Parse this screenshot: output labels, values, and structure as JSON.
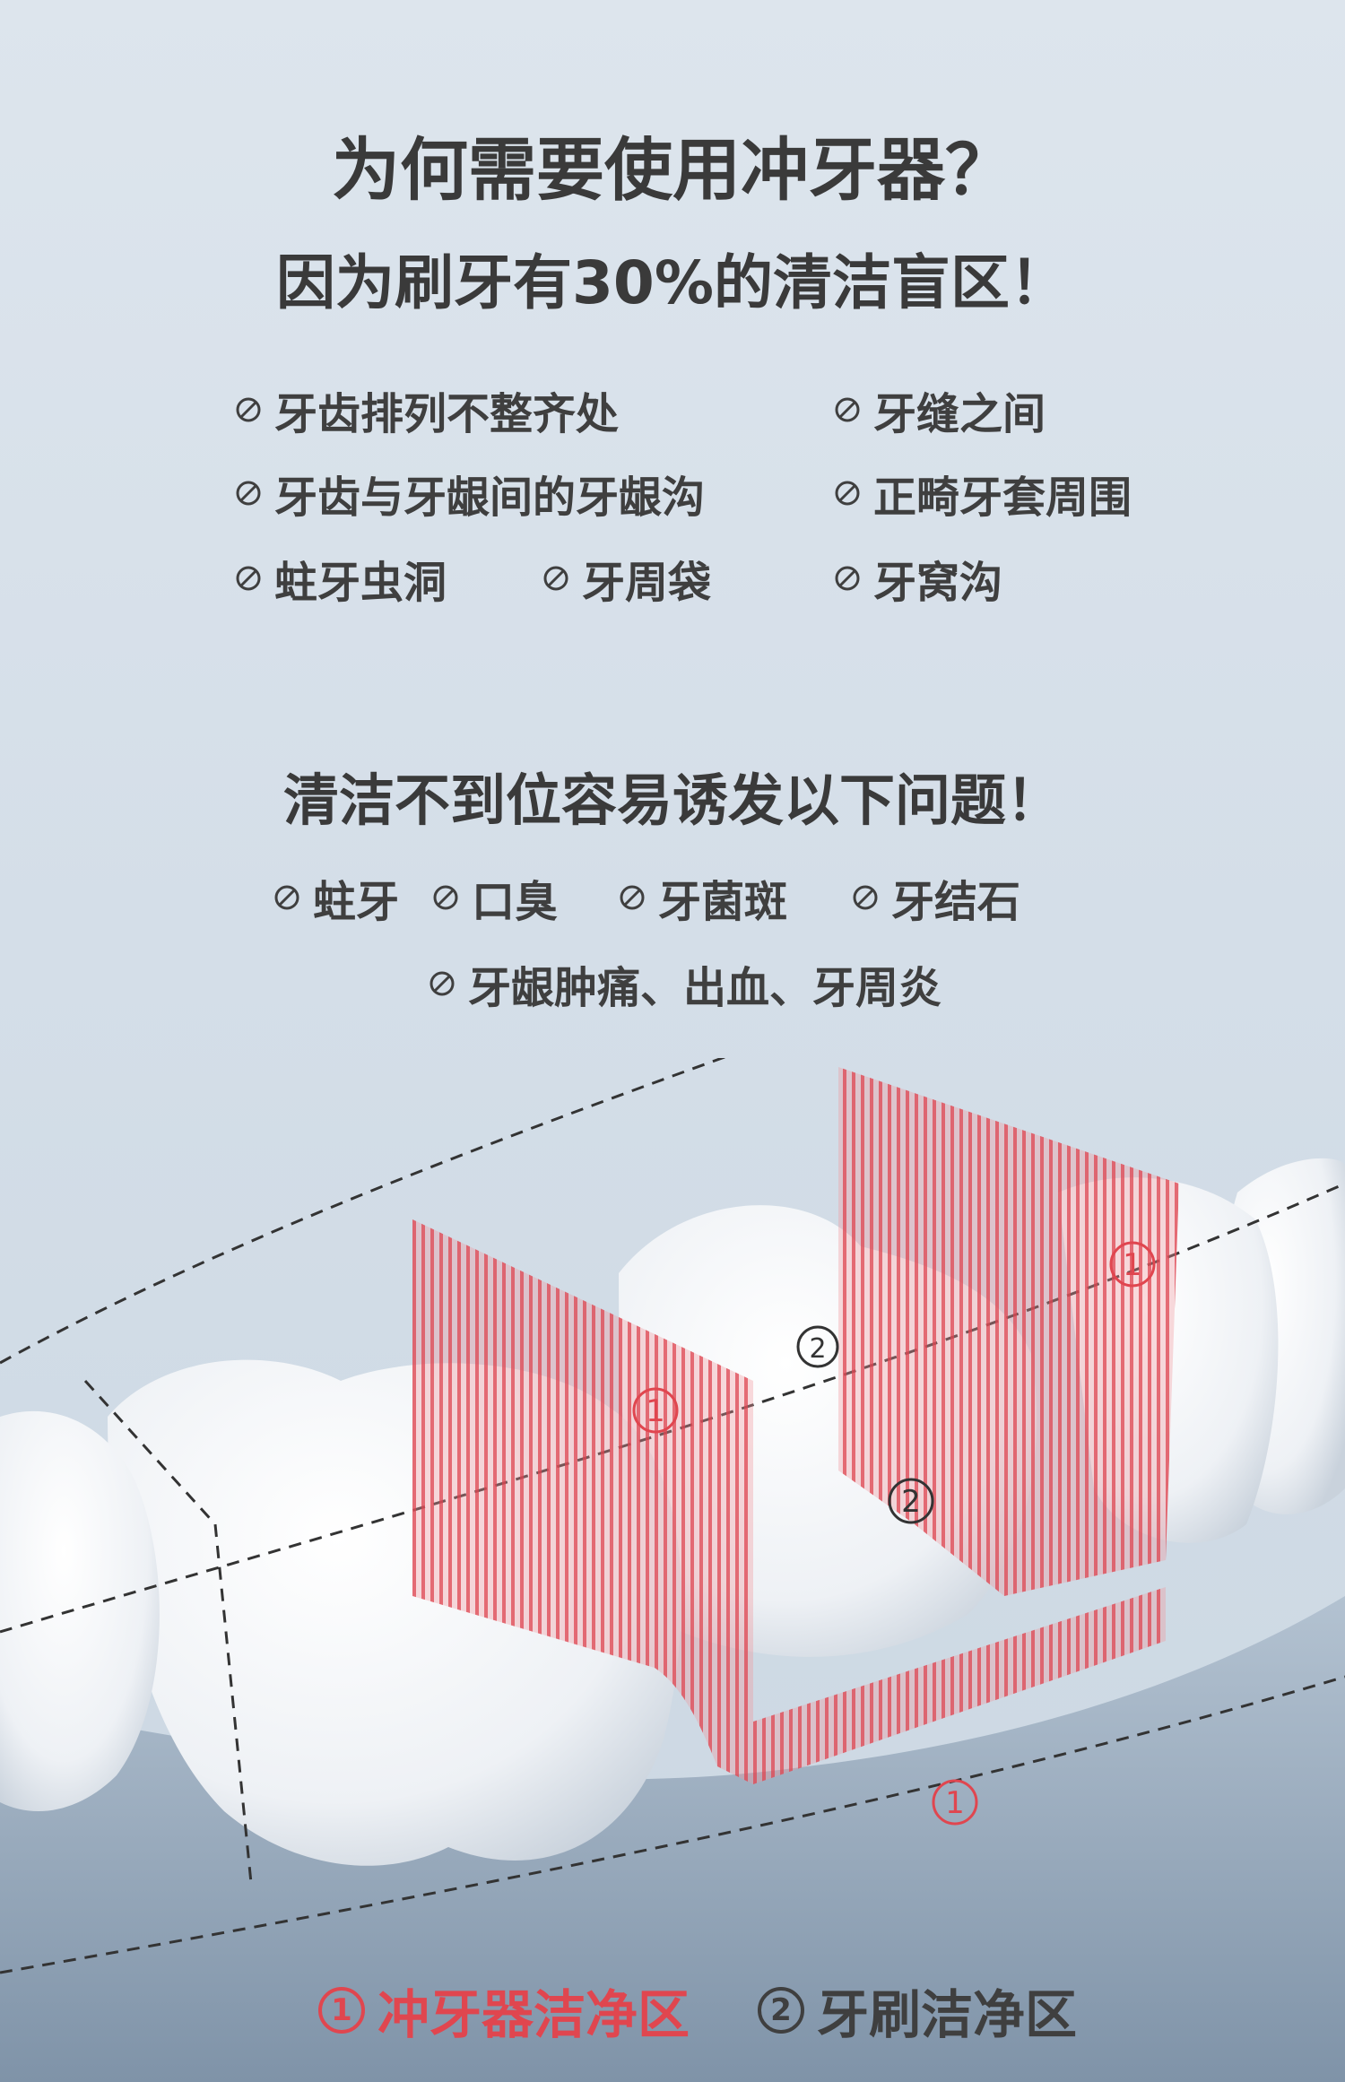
{
  "headings": {
    "title1": "为何需要使用冲牙器？",
    "title2": "因为刷牙有30%的清洁盲区！",
    "title3": "清洁不到位容易诱发以下问题！"
  },
  "blind_spots": [
    "牙齿排列不整齐处",
    "牙缝之间",
    "牙齿与牙龈间的牙龈沟",
    "正畸牙套周围",
    "蛀牙虫洞",
    "牙周袋",
    "牙窝沟"
  ],
  "problems": [
    "蛀牙",
    "口臭",
    "牙菌斑",
    "牙结石",
    "牙龈肿痛、出血、牙周炎"
  ],
  "diagram_labels": {
    "zone1": "1",
    "zone2": "2"
  },
  "legend": {
    "waterflosser_num": "1",
    "waterflosser_label": "冲牙器洁净区",
    "toothbrush_num": "2",
    "toothbrush_label": "牙刷洁净区"
  },
  "colors": {
    "background": "#d4dee8",
    "text": "#3a3a3a",
    "accent_red": "#e0464f"
  },
  "icons": {
    "item_marker": "prohibited-icon"
  }
}
